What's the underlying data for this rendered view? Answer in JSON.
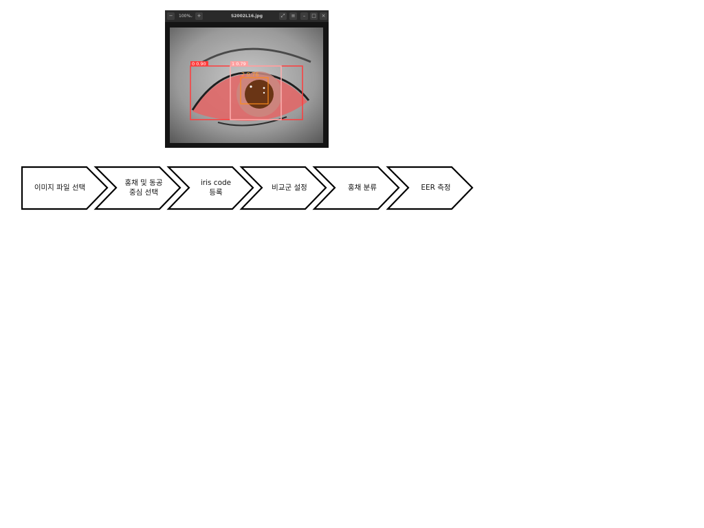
{
  "viewer": {
    "zoom_label": "100%",
    "file_name": "S2002L16.jpg",
    "toolbar_icons": [
      "zoom-out-icon",
      "chevron-down-icon",
      "zoom-in-icon",
      "fullscreen-icon",
      "menu-icon",
      "minimize-icon",
      "maximize-icon",
      "close-icon"
    ],
    "detections": [
      {
        "label": "0  0.90",
        "color": "#ff3b3b"
      },
      {
        "label": "1  0.79",
        "color": "#ff9f9f"
      },
      {
        "label": "2  0.76",
        "color": "#ff8c1a"
      }
    ]
  },
  "process": {
    "steps": [
      {
        "label": "이미지 파일 선택"
      },
      {
        "label": "홍채 및 동공\n중심 선택"
      },
      {
        "label": "iris code\n등록"
      },
      {
        "label": "비교군 설정"
      },
      {
        "label": "홍채 분류"
      },
      {
        "label": "EER 측정"
      }
    ],
    "colors": {
      "fill": "#ffffff",
      "stroke": "#000000"
    }
  }
}
